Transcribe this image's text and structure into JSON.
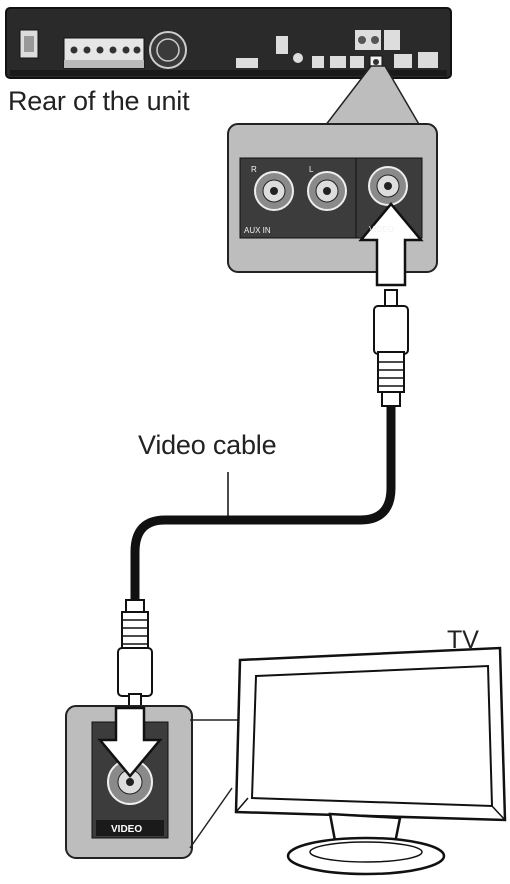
{
  "labels": {
    "rear_of_unit": "Rear of the unit",
    "video_cable": "Video cable",
    "tv": "TV"
  },
  "jack_panel": {
    "right_channel": "R",
    "left_channel": "L",
    "aux_in": "AUX IN",
    "video_out": "VIDEO"
  },
  "tv_panel": {
    "video_in": "VIDEO"
  },
  "colors": {
    "line": "#1a1a1a",
    "panel_gray": "#bdbdbd",
    "panel_dark": "#3c3c3c",
    "unit_body": "#2a2a2a",
    "cable": "#111111"
  }
}
